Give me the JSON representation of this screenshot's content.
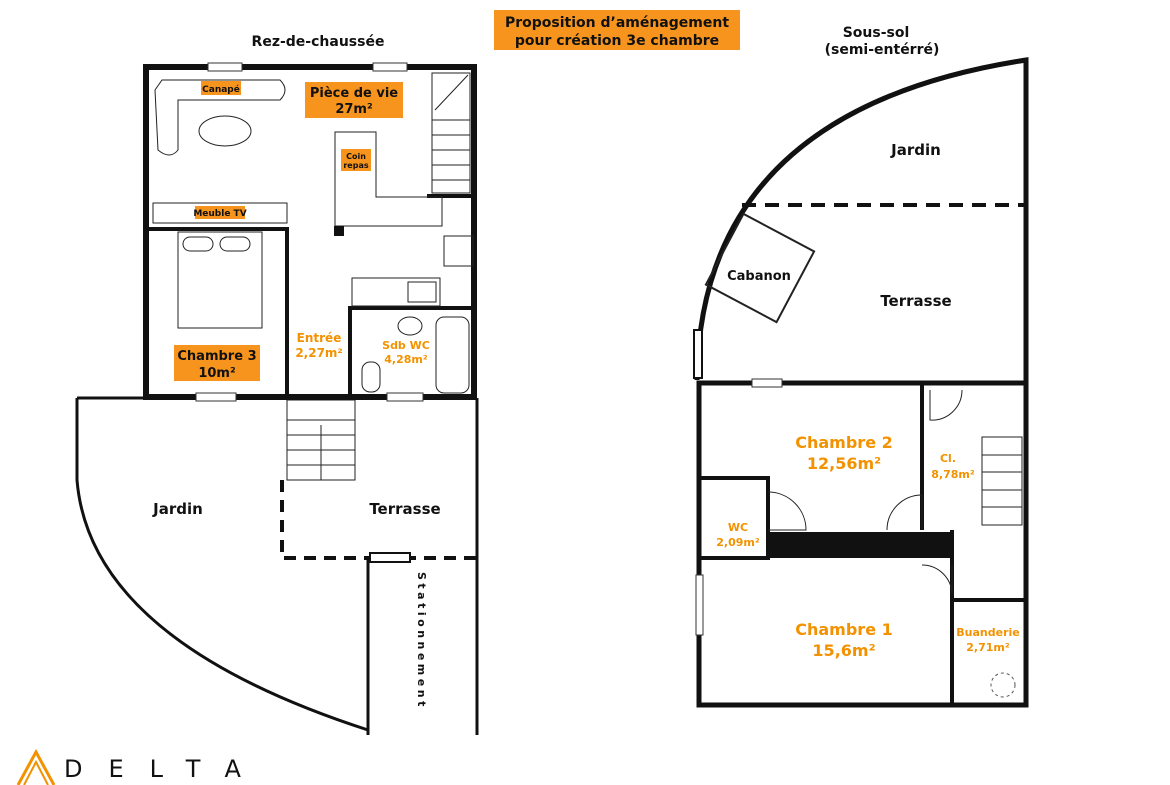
{
  "colors": {
    "accent": "#f7941d",
    "wall": "#111111"
  },
  "title": {
    "line1": "Proposition d’aménagement",
    "line2": "pour création 3e chambre"
  },
  "ground_floor": {
    "heading": "Rez-de-chaussée",
    "rooms": {
      "living": {
        "name": "Pièce de vie",
        "area": "27m²"
      },
      "sofa": "Canapé",
      "dining": {
        "line1": "Coin",
        "line2": "repas"
      },
      "tv": "Meuble TV",
      "bedroom3": {
        "name": "Chambre 3",
        "area": "10m²"
      },
      "entry": {
        "name": "Entrée",
        "area": "2,27m²"
      },
      "bathroom": {
        "name": "Sdb WC",
        "area": "4,28m²"
      },
      "garden": "Jardin",
      "terrace": "Terrasse",
      "parking": "Stationnement"
    }
  },
  "basement": {
    "heading_line1": "Sous-sol",
    "heading_line2": "(semi-entérré)",
    "rooms": {
      "garden": "Jardin",
      "terrace": "Terrasse",
      "shed": "Cabanon",
      "bedroom2": {
        "name": "Chambre 2",
        "area": "12,56m²"
      },
      "closet": {
        "name": "Cl.",
        "area": "8,78m²"
      },
      "wc": {
        "name": "WC",
        "area": "2,09m²"
      },
      "bedroom1": {
        "name": "Chambre 1",
        "area": "15,6m²"
      },
      "laundry": {
        "name": "Buanderie",
        "area": "2,71m²"
      }
    }
  },
  "logo": {
    "text": "DELTA"
  }
}
